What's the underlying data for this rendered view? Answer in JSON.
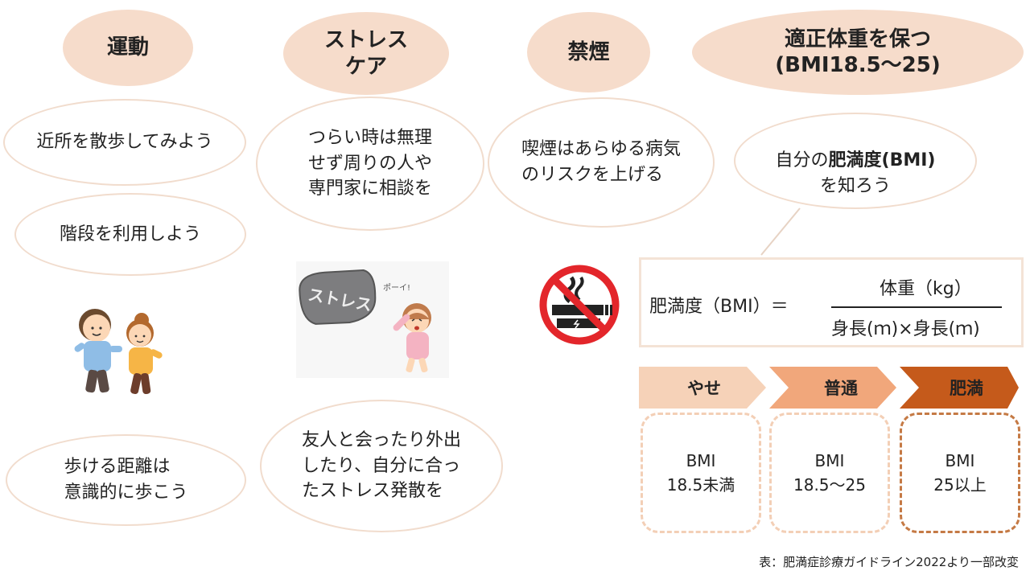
{
  "headers": {
    "exercise": "運動",
    "stress": "ストレス\nケア",
    "smoking": "禁煙",
    "weight_line1": "適正体重を保つ",
    "weight_line2": "(BMI18.5～25)"
  },
  "exercise": {
    "tip1": "近所を散歩してみよう",
    "tip2": "階段を利用しよう",
    "tip3": "歩ける距離は\n意識的に歩こう"
  },
  "stress": {
    "tip1": "つらい時は無理\nせず周りの人や\n専門家に相談を",
    "tip2": "友人と会ったり外出\nしたり、自分に合っ\nたストレス発散を",
    "rock_label": "ストレス",
    "shout": "ポーイ!"
  },
  "smoking": {
    "tip1": "喫煙はあらゆる病気\nのリスクを上げる"
  },
  "weight": {
    "know_prefix": "自分の",
    "know_bold": "肥満度(BMI)",
    "know_suffix": "を知ろう",
    "formula_lhs": "肥満度（BMI）＝",
    "formula_num": "体重（kg）",
    "formula_den": "身長(ｍ)×身長(ｍ)"
  },
  "categories": [
    {
      "label": "やせ",
      "bmi": "BMI\n18.5未満",
      "color": "#f6d2b8"
    },
    {
      "label": "普通",
      "bmi": "BMI\n18.5～25",
      "color": "#f1a77b"
    },
    {
      "label": "肥満",
      "bmi": "BMI\n25以上",
      "color": "#c55a1b"
    }
  ],
  "source_note": "表：肥満症診療ガイドライン2022より一部改変",
  "colors": {
    "header_fill": "#f6dccb",
    "bubble_border": "#f1dccd",
    "no_smoking_red": "#e3262b"
  }
}
